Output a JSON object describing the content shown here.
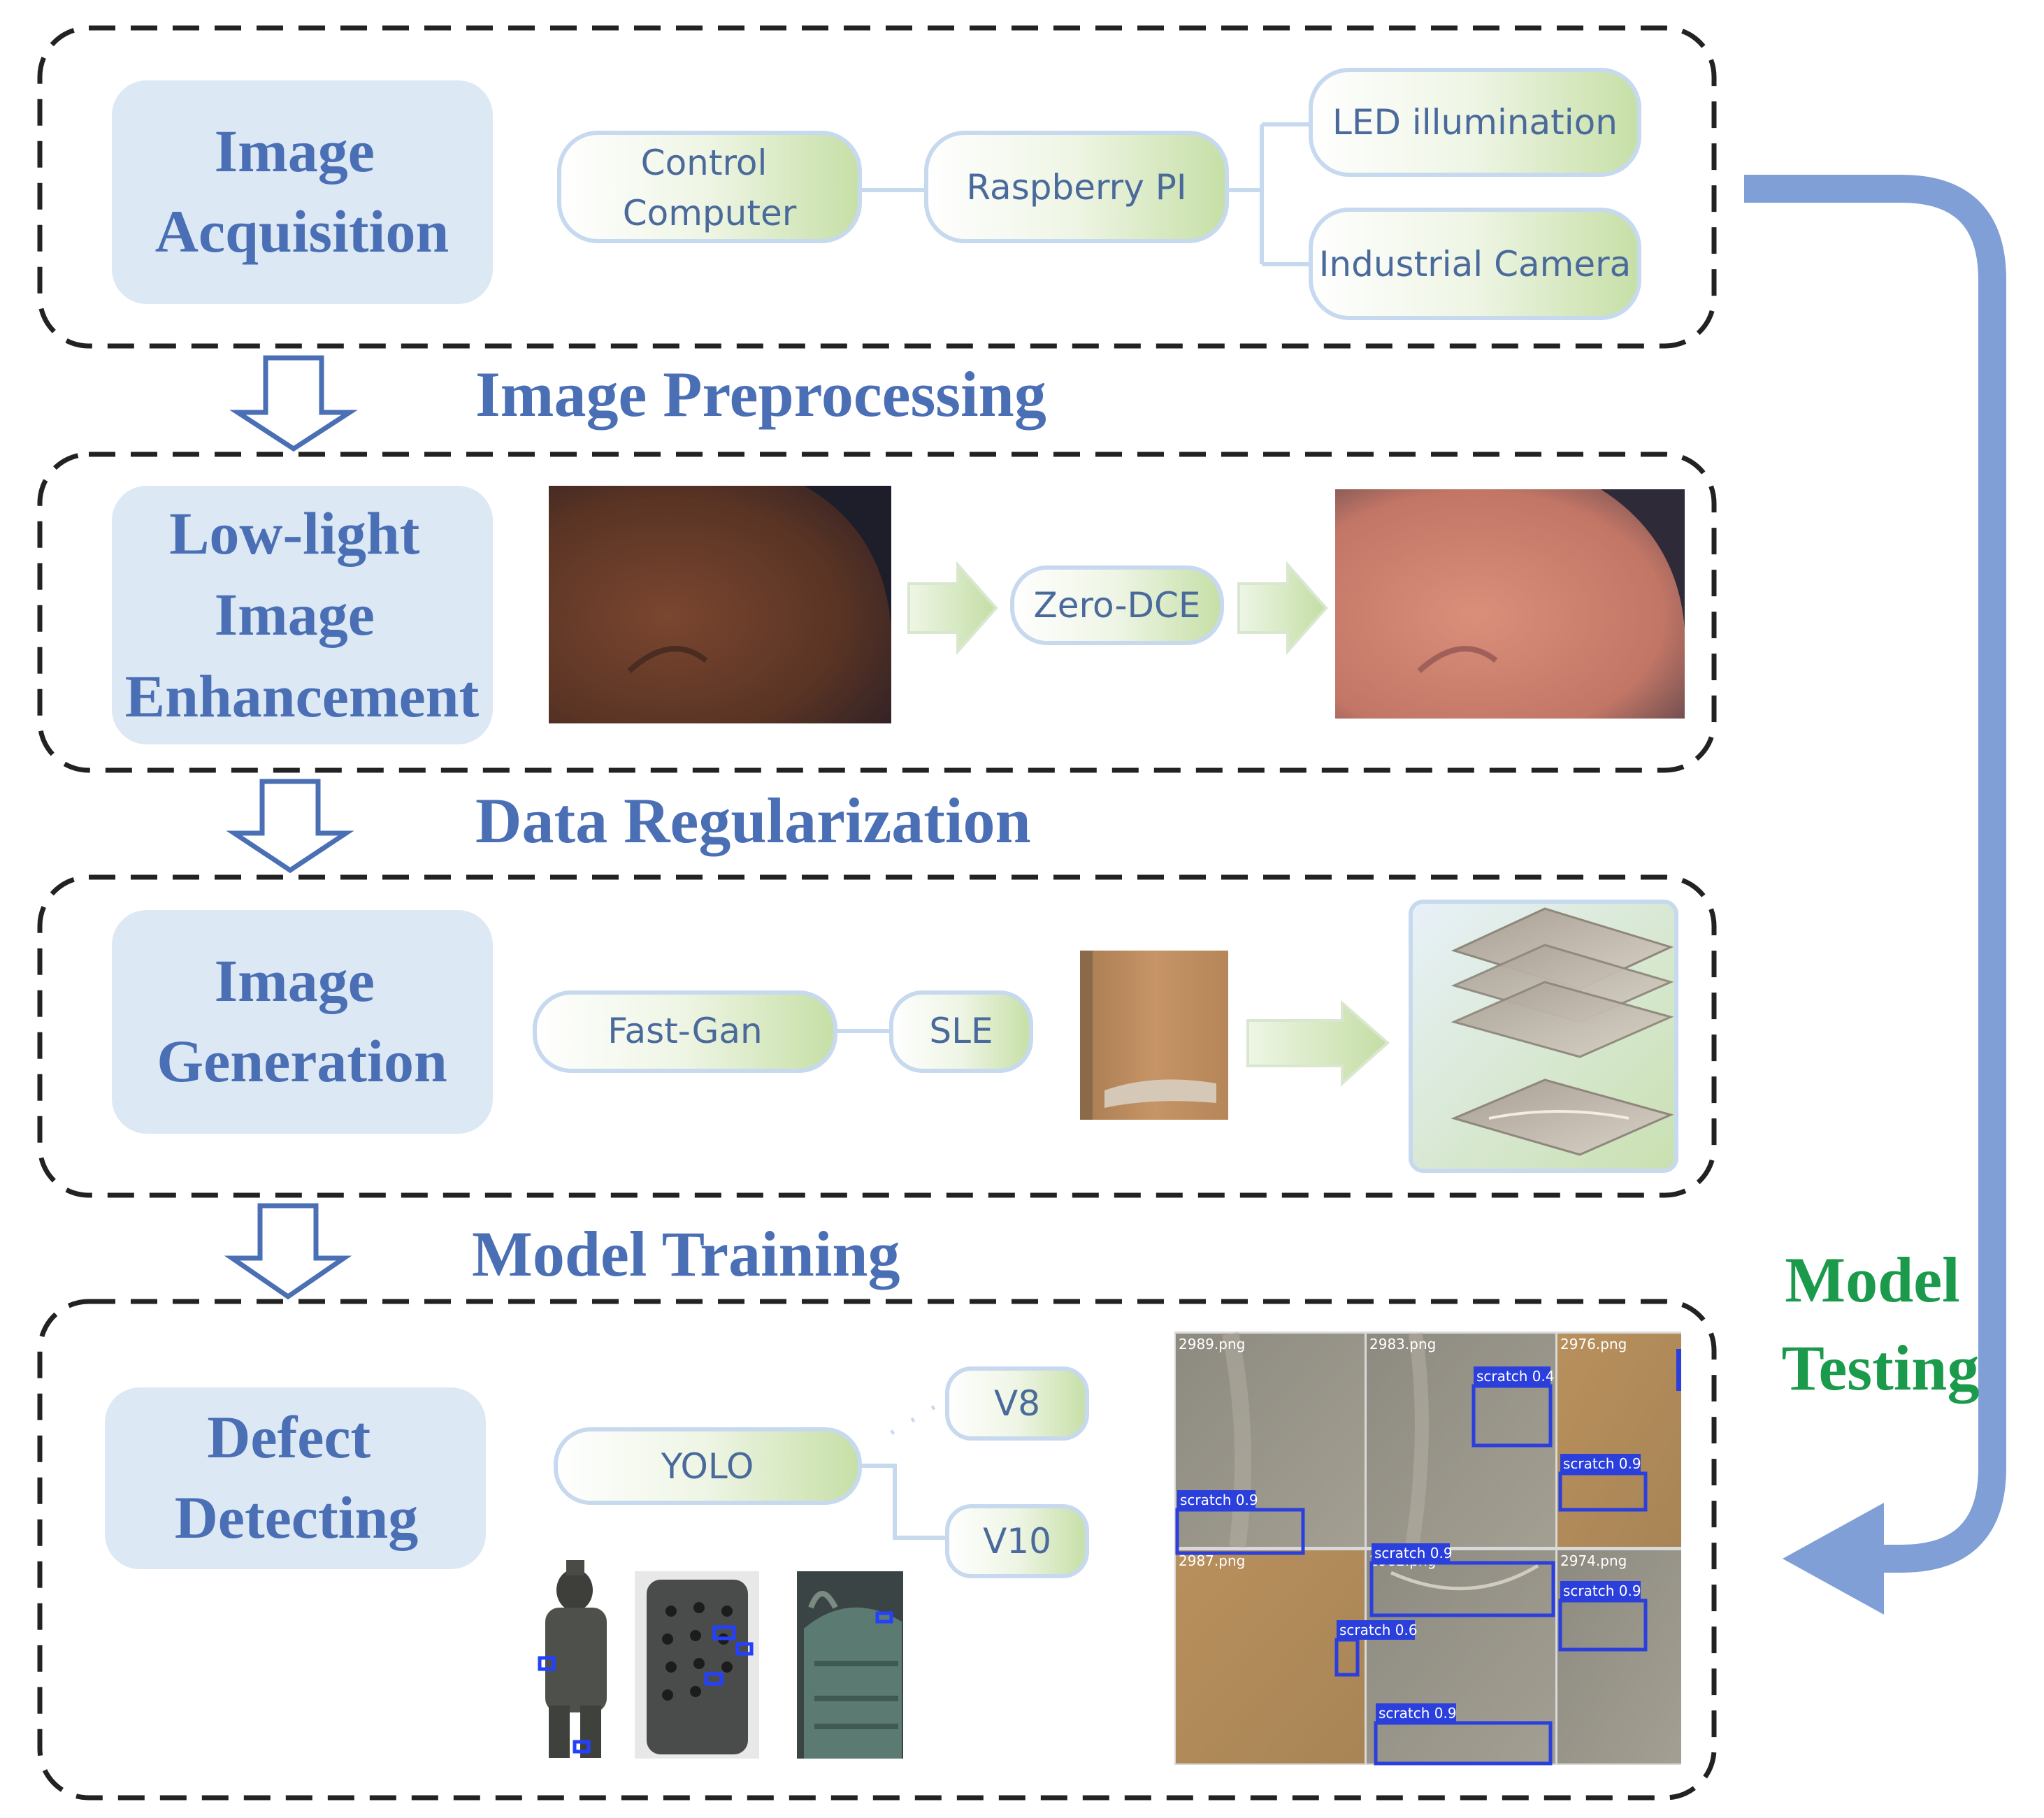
{
  "stages": {
    "acquisition": {
      "label_lines": [
        "Image",
        "Acquisition"
      ]
    },
    "enhancement": {
      "label_lines": [
        "Low-light",
        "Image",
        "Enhancement"
      ]
    },
    "generation": {
      "label_lines": [
        "Image",
        "Generation"
      ]
    },
    "detecting": {
      "label_lines": [
        "Defect",
        "Detecting"
      ]
    }
  },
  "transitions": {
    "preprocessing": "Image Preprocessing",
    "regularization": "Data Regularization",
    "training": "Model Training"
  },
  "testing": {
    "lines": [
      "Model",
      "Testing"
    ]
  },
  "acquisition_nodes": {
    "control_computer": [
      "Control",
      "Computer"
    ],
    "raspberry_pi": "Raspberry PI",
    "led": "LED illumination",
    "camera": "Industrial Camera"
  },
  "enhancement_nodes": {
    "zero_dce": "Zero-DCE"
  },
  "generation_nodes": {
    "fast_gan": "Fast-Gan",
    "sle": "SLE"
  },
  "detecting_nodes": {
    "yolo": "YOLO",
    "v8": "V8",
    "v10": "V10"
  },
  "result_grid": {
    "files": [
      "2989.png",
      "2983.png",
      "2976.png",
      "2987.png",
      "2982.png",
      "2974.png"
    ],
    "detections": [
      "scratch 0.4",
      "scratch 0.9",
      "scratch 0.9",
      "scratch 0.9",
      "scratch 0.6",
      "scratch 0.9",
      "scratch 0.9"
    ]
  },
  "colors": {
    "accent_blue": "#4a6fb5",
    "testing_green": "#1a9a4a",
    "stage_box": "#dde8f5",
    "pill_fill_end": "#c6dfa6",
    "flow_arrow": "#7f9fd6"
  }
}
